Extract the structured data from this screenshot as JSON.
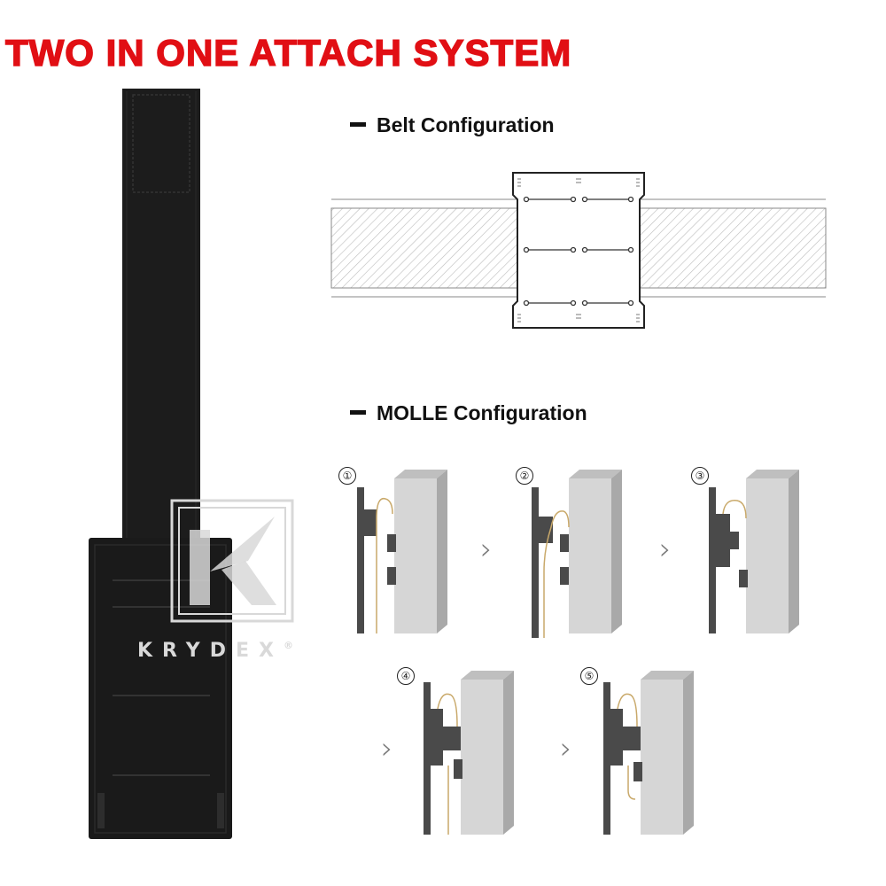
{
  "headline": "TWO IN ONE ATTACH SYSTEM",
  "belt_section": {
    "title": "Belt  Configuration"
  },
  "molle_section": {
    "title": "MOLLE Configuration",
    "steps": [
      {
        "label": "①"
      },
      {
        "label": "②"
      },
      {
        "label": "③"
      },
      {
        "label": "④"
      },
      {
        "label": "⑤"
      }
    ],
    "arrow_glyph": "›"
  },
  "watermark": {
    "brand": "KRYDEX",
    "reg": "®",
    "logo_icon": "krydex-k-logo"
  },
  "colors": {
    "headline": "#e10f14",
    "panel_dark": "#4a4a4a",
    "strap_wire": "#c9a96a",
    "block_face": "#d6d6d6",
    "product_black": "#1c1c1c"
  }
}
